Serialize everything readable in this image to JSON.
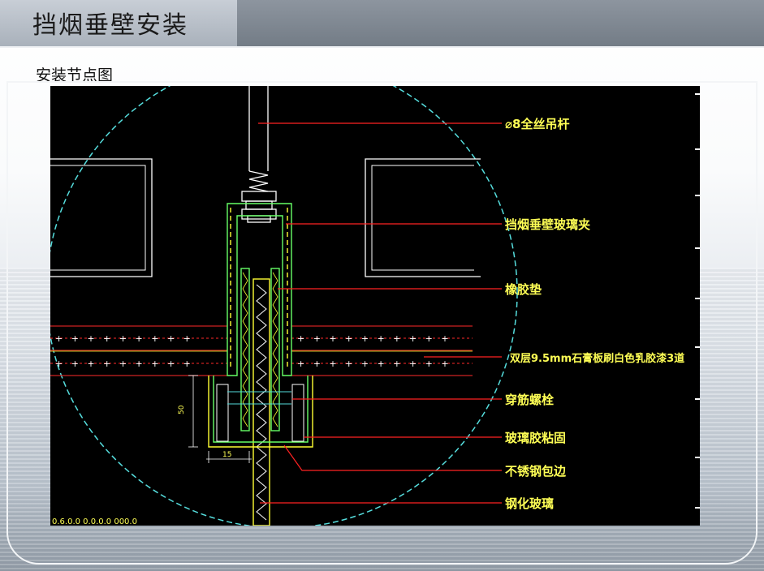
{
  "header": {
    "title": "挡烟垂壁安装"
  },
  "subtitle": "安装节点图",
  "diagram": {
    "labels": [
      "⌀8全丝吊杆",
      "挡烟垂壁玻璃夹",
      "橡胶垫",
      "双层9.5mm石膏板刷白色乳胶漆3道",
      "穿筋螺栓",
      "玻璃胶粘固",
      "不锈钢包边",
      "钢化玻璃"
    ],
    "dimensions": {
      "height": "50",
      "width": "15"
    },
    "footnote": "0.6.0.0 0.0.0.0 000.0"
  },
  "colors": {
    "background": "#000000",
    "label_text": "#ffff55",
    "leader": "#ff2222",
    "circle": "#55dddd",
    "glass": "#ffff33",
    "board": "#cc2222",
    "clamp": "#66ff66"
  }
}
